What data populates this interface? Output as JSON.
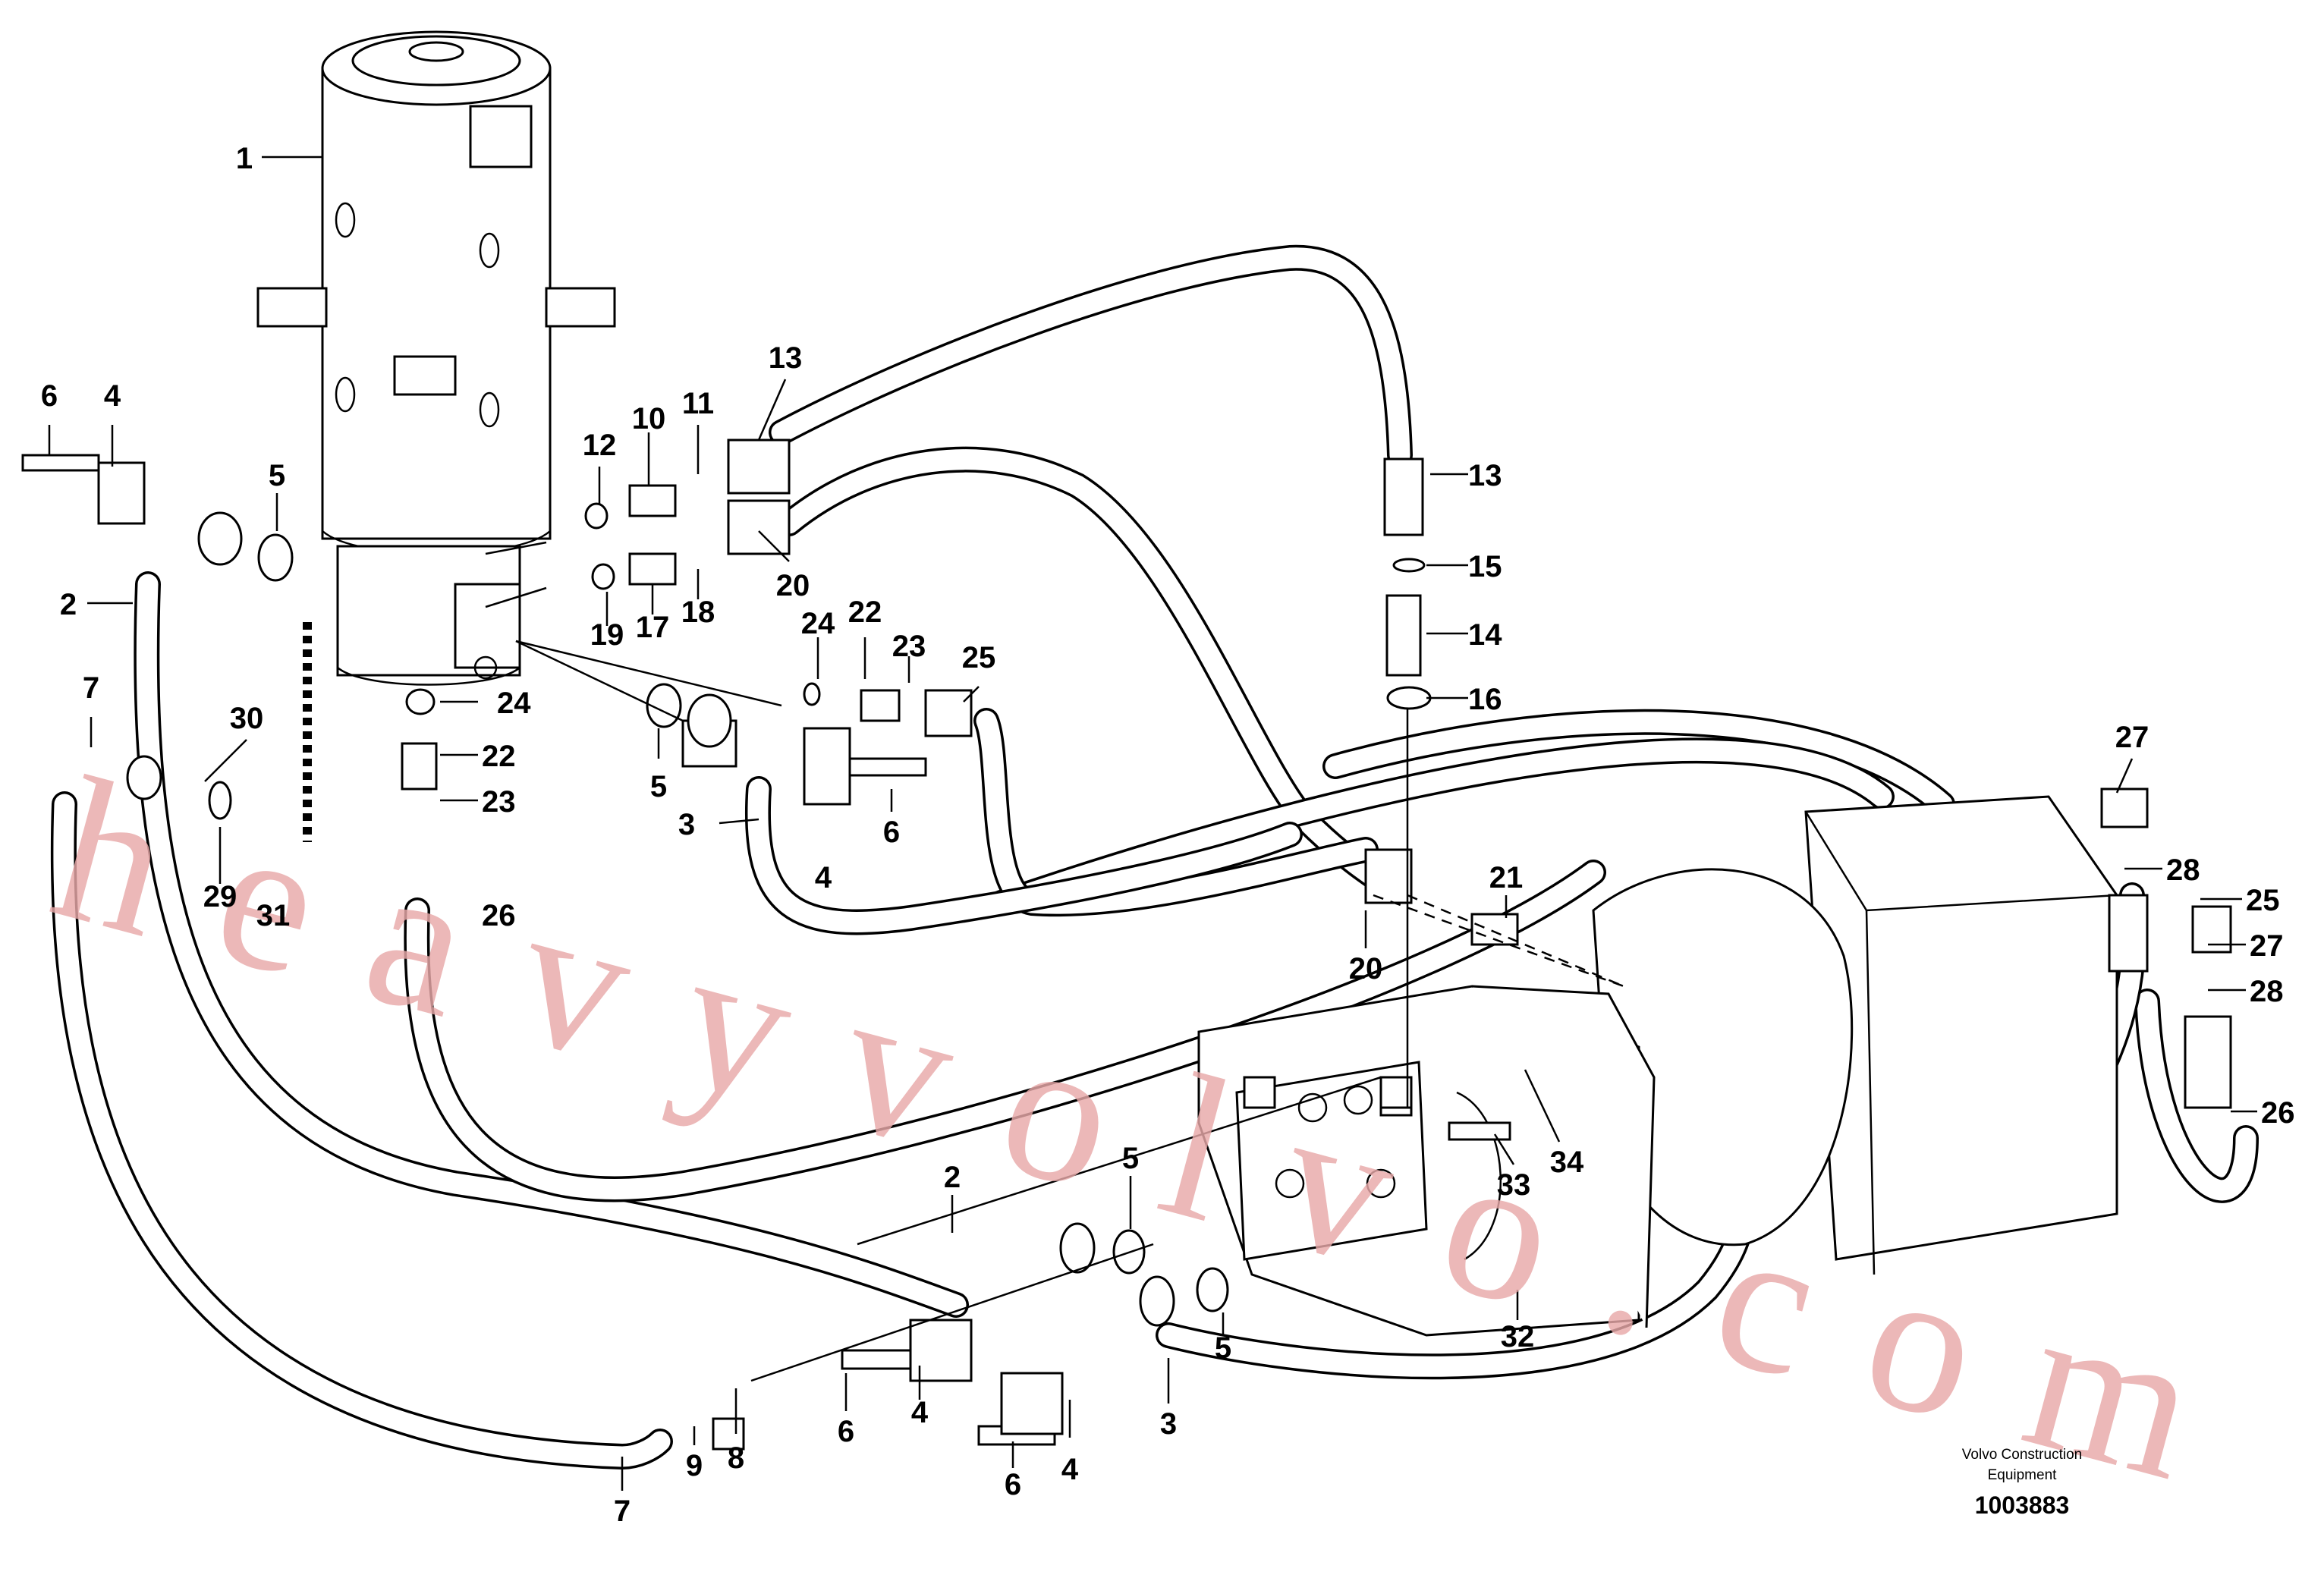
{
  "watermark": "heavyvolvo.com",
  "credit": {
    "line1": "Volvo Construction",
    "line2": "Equipment",
    "doc_number": "1003883"
  },
  "callouts": [
    {
      "id": "c1",
      "text": "1"
    },
    {
      "id": "c6a",
      "text": "6"
    },
    {
      "id": "c4a",
      "text": "4"
    },
    {
      "id": "c5a",
      "text": "5"
    },
    {
      "id": "c2a",
      "text": "2"
    },
    {
      "id": "c7a",
      "text": "7"
    },
    {
      "id": "c30",
      "text": "30"
    },
    {
      "id": "c29",
      "text": "29"
    },
    {
      "id": "c31",
      "text": "31"
    },
    {
      "id": "c12",
      "text": "12"
    },
    {
      "id": "c10",
      "text": "10"
    },
    {
      "id": "c11",
      "text": "11"
    },
    {
      "id": "c13a",
      "text": "13"
    },
    {
      "id": "c20a",
      "text": "20"
    },
    {
      "id": "c19",
      "text": "19"
    },
    {
      "id": "c17",
      "text": "17"
    },
    {
      "id": "c18",
      "text": "18"
    },
    {
      "id": "c24a",
      "text": "24"
    },
    {
      "id": "c22a",
      "text": "22"
    },
    {
      "id": "c23a",
      "text": "23"
    },
    {
      "id": "c26a",
      "text": "26"
    },
    {
      "id": "c24b",
      "text": "24"
    },
    {
      "id": "c22b",
      "text": "22"
    },
    {
      "id": "c23b",
      "text": "23"
    },
    {
      "id": "c25a",
      "text": "25"
    },
    {
      "id": "c5b",
      "text": "5"
    },
    {
      "id": "c3a",
      "text": "3"
    },
    {
      "id": "c4b",
      "text": "4"
    },
    {
      "id": "c6b",
      "text": "6"
    },
    {
      "id": "c13b",
      "text": "13"
    },
    {
      "id": "c15",
      "text": "15"
    },
    {
      "id": "c14",
      "text": "14"
    },
    {
      "id": "c16",
      "text": "16"
    },
    {
      "id": "c21",
      "text": "21"
    },
    {
      "id": "c20b",
      "text": "20"
    },
    {
      "id": "c27a",
      "text": "27"
    },
    {
      "id": "c28a",
      "text": "28"
    },
    {
      "id": "c25b",
      "text": "25"
    },
    {
      "id": "c27b",
      "text": "27"
    },
    {
      "id": "c28b",
      "text": "28"
    },
    {
      "id": "c26b",
      "text": "26"
    },
    {
      "id": "c33",
      "text": "33"
    },
    {
      "id": "c34",
      "text": "34"
    },
    {
      "id": "c2b",
      "text": "2"
    },
    {
      "id": "c5c",
      "text": "5"
    },
    {
      "id": "c5d",
      "text": "5"
    },
    {
      "id": "c32",
      "text": "32"
    },
    {
      "id": "c3b",
      "text": "3"
    },
    {
      "id": "c6c",
      "text": "6"
    },
    {
      "id": "c4c",
      "text": "4"
    },
    {
      "id": "c6d",
      "text": "6"
    },
    {
      "id": "c4d",
      "text": "4"
    },
    {
      "id": "c9",
      "text": "9"
    },
    {
      "id": "c8",
      "text": "8"
    },
    {
      "id": "c7b",
      "text": "7"
    }
  ]
}
